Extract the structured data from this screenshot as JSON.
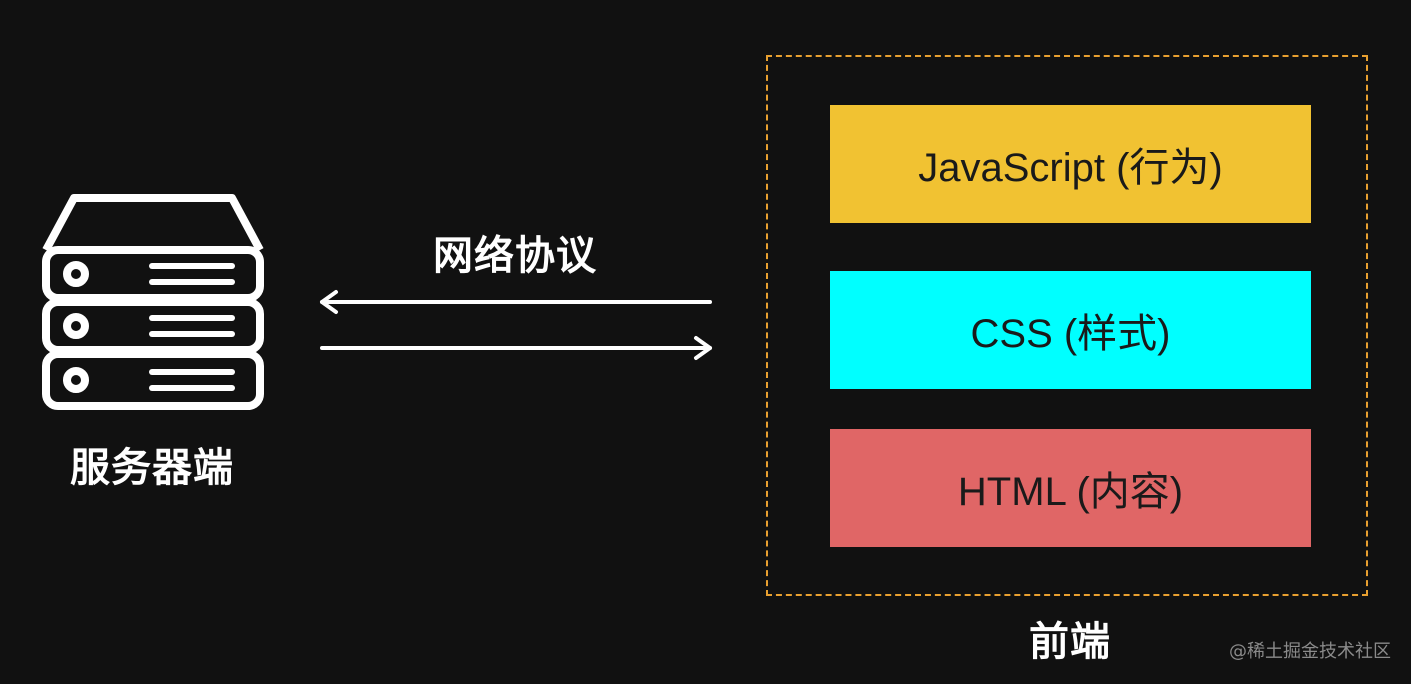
{
  "server": {
    "label": "服务器端",
    "icon": "server-rack-icon"
  },
  "protocol": {
    "label": "网络协议",
    "arrow_left_icon": "arrow-left-icon",
    "arrow_right_icon": "arrow-right-icon"
  },
  "frontend": {
    "label": "前端",
    "border_color": "#e8a030",
    "layers": [
      {
        "label": "JavaScript (行为)",
        "color": "#f1c232"
      },
      {
        "label": "CSS (样式)",
        "color": "#00ffff"
      },
      {
        "label": "HTML (内容)",
        "color": "#e06666"
      }
    ]
  },
  "watermark": {
    "text": "@稀土掘金技术社区"
  }
}
